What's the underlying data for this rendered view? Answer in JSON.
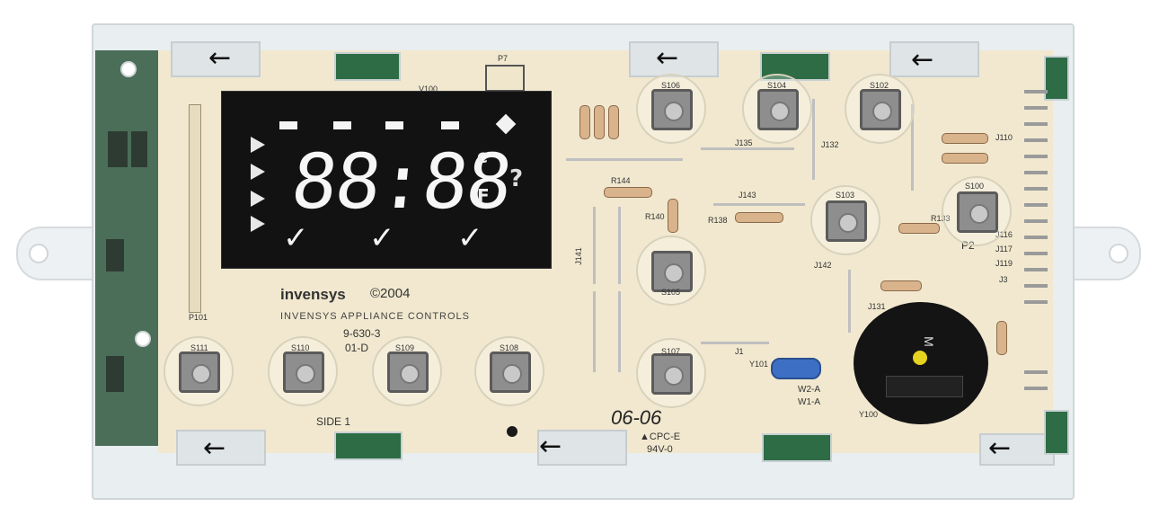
{
  "display": {
    "digits": "88:88",
    "unit_c": "C",
    "unit_f": "F",
    "question": "?",
    "check": "✓"
  },
  "silkscreen": {
    "brand": "invensys",
    "copyright": "©2004",
    "company": "INVENSYS APPLIANCE CONTROLS",
    "part_number": "9-630-3",
    "revision": "01-D",
    "side": "SIDE 1",
    "date_code": "06-06",
    "cpc": "▲CPC-E",
    "rating": "94V-0",
    "crystal_label_1": "W2-A",
    "crystal_label_2": "W1-A",
    "p2": "P2",
    "p7": "P7",
    "buzzer_mark": "M"
  },
  "buttons": [
    {
      "id": "S111"
    },
    {
      "id": "S110"
    },
    {
      "id": "S109"
    },
    {
      "id": "S108"
    },
    {
      "id": "S106"
    },
    {
      "id": "S105"
    },
    {
      "id": "S107"
    },
    {
      "id": "S104"
    },
    {
      "id": "S103"
    },
    {
      "id": "S102"
    },
    {
      "id": "S100"
    }
  ],
  "components": {
    "v100": "V100",
    "p101": "P101",
    "j135": "J135",
    "j132": "J132",
    "j143": "J143",
    "j141": "J141",
    "j131": "J131",
    "j142": "J142",
    "r144": "R144",
    "r140": "R140",
    "r138": "R138",
    "r133": "R133",
    "j116": "J116",
    "j117": "J117",
    "j119": "J119",
    "j110": "J110",
    "y101": "Y101",
    "y100": "Y100",
    "j1": "J1",
    "j3": "J3"
  },
  "colors": {
    "board": "#f1e8cf",
    "display": "#121212",
    "pcb_green": "#4b6e58",
    "crystal": "#3d6fc4",
    "buzzer_dot": "#e6d31f"
  }
}
